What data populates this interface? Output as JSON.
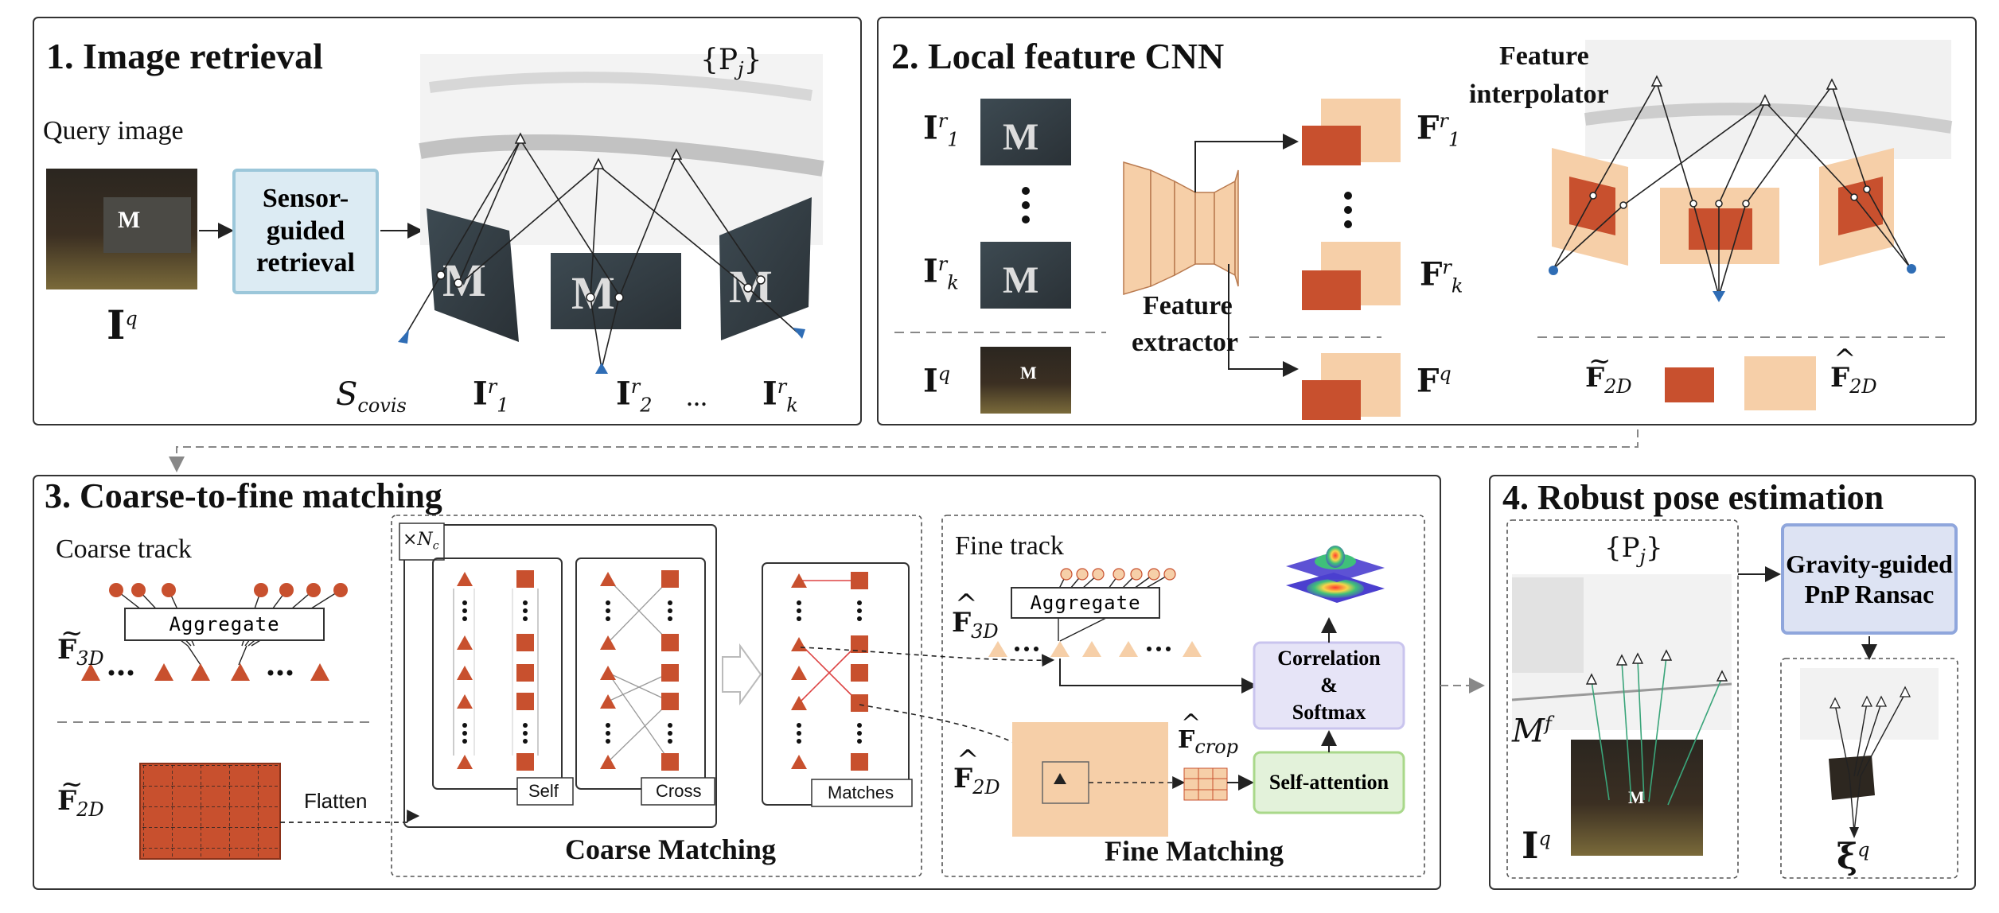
{
  "panels": {
    "retrieval": {
      "title": "1. Image retrieval",
      "query_label": "Query image",
      "query_symbol_base": "I",
      "query_symbol_sup": "q",
      "box_label": "Sensor-guided retrieval",
      "points_label": "{P",
      "points_sub": "j",
      "points_close": "}",
      "covis_label": "S",
      "covis_sub": "covis",
      "ref1_sub": "1",
      "ref2_sub": "2",
      "refk_sub": "k",
      "ref_sup": "r",
      "ellipsis": "..."
    },
    "local_cnn": {
      "title": "2. Local feature CNN",
      "interp_label_1": "Feature",
      "interp_label_2": "interpolator",
      "extractor_label_1": "Feature",
      "extractor_label_2": "extractor",
      "feat_base": "F",
      "img_base": "I",
      "sup_r": "r",
      "sup_q": "q",
      "sub_1": "1",
      "sub_k": "k",
      "tilde_label": "F",
      "hat_label": "F",
      "sub_2d": "2D"
    },
    "matching": {
      "title": "3. Coarse-to-fine matching",
      "coarse_track": "Coarse track",
      "aggregate": "Aggregate",
      "f3d_sub": "3D",
      "f2d_sub": "2D",
      "flatten": "Flatten",
      "times_nc": "×N",
      "nc_sub": "c",
      "self_label": "Self",
      "cross_label": "Cross",
      "matches_label": "Matches",
      "coarse_matching": "Coarse Matching",
      "fine_track": "Fine track",
      "fine_matching": "Fine Matching",
      "corr_1": "Correlation",
      "corr_2": "&",
      "corr_3": "Softmax",
      "self_attention": "Self-attention",
      "crop_sub": "crop"
    },
    "pose": {
      "title": "4. Robust pose estimation",
      "points_label": "{P",
      "points_sub": "j",
      "points_close": "}",
      "gravity_box": "Gravity-guided PnP Ransac",
      "map_label": "M",
      "map_sup": "f",
      "img_label": "I",
      "img_sup": "q",
      "xi_label": "ξ",
      "xi_sup": "q"
    }
  },
  "colors": {
    "accent_red": "#c8502e",
    "peach": "#f6cfa8",
    "blue": "#2f6db5",
    "box_blue_fill": "#dcebf3",
    "box_blue_border": "#9cc7da",
    "lav_fill": "#e6e4f7",
    "lav_border": "#c9c4ee",
    "green_fill": "#e3f2da",
    "green_border": "#a9d88a",
    "gravity_fill": "#dde3f3",
    "gravity_border": "#8fa6dc"
  }
}
